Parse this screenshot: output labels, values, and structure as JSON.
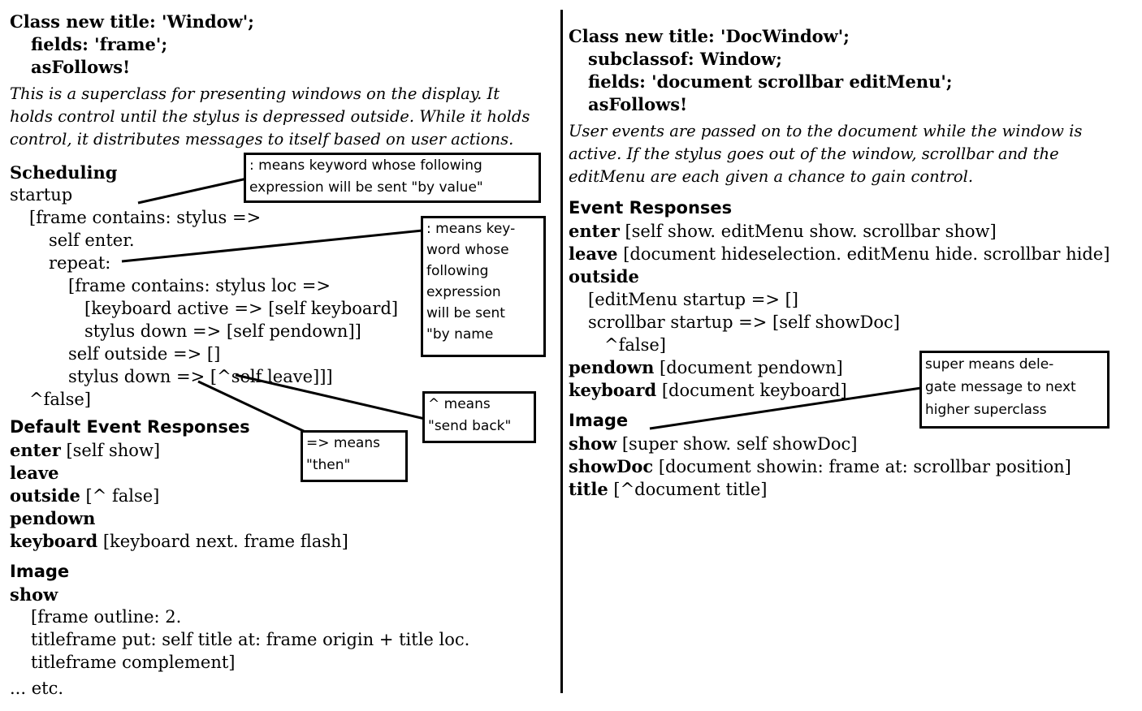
{
  "left": {
    "header": [
      "Class new title: 'Window';",
      "fields: 'frame';",
      "asFollows!"
    ],
    "description": [
      "This is a superclass for presenting windows on the display. It",
      "holds control until the stylus is depressed outside. While it holds",
      "control, it distributes messages to itself based on user actions."
    ],
    "scheduling_heading": "Scheduling",
    "code": [
      "startup",
      "[frame contains: stylus =>",
      "self enter.",
      "repeat:",
      "[frame contains: stylus loc =>",
      "[keyboard active => [self keyboard]",
      "stylus down => [self pendown]]",
      "self outside => []",
      "stylus down => [^self leave]]]",
      "^false]"
    ],
    "default_heading": "Default Event Responses",
    "default_lines": [
      {
        "key": "enter",
        "rest": " [self show]"
      },
      {
        "key": "leave",
        "rest": ""
      },
      {
        "key": "outside",
        "rest": " [^ false]"
      },
      {
        "key": "pendown",
        "rest": ""
      },
      {
        "key": "keyboard",
        "rest": " [keyboard next. frame flash]"
      }
    ],
    "image_heading": "Image",
    "image_lines": [
      "show",
      "[frame outline: 2.",
      "titleframe put: self title at: frame origin + title loc.",
      "titleframe complement]",
      "... etc."
    ]
  },
  "right": {
    "header": [
      "Class new title: 'DocWindow';",
      "subclassof: Window;",
      "fields: 'document scrollbar editMenu';",
      "asFollows!"
    ],
    "description": [
      "User events are passed on to the document while the window is",
      "active. If the stylus goes out of the window, scrollbar and the",
      "editMenu are each given a chance to gain control."
    ],
    "event_heading": "Event Responses",
    "event_lines": [
      {
        "key": "enter",
        "rest": " [self show. editMenu show. scrollbar show]"
      },
      {
        "key": "leave",
        "rest": " [document hideselection. editMenu hide. scrollbar hide]"
      },
      {
        "key": "outside",
        "rest": ""
      },
      {
        "key": "",
        "rest": "[editMenu startup => []"
      },
      {
        "key": "",
        "rest": "scrollbar startup => [self showDoc]"
      },
      {
        "key": "",
        "rest": "^false]"
      },
      {
        "key": "pendown",
        "rest": " [document pendown]"
      },
      {
        "key": "keyboard",
        "rest": " [document keyboard]"
      }
    ],
    "image_heading": "Image",
    "image_lines": [
      {
        "key": "show",
        "rest": " [super show. self showDoc]"
      },
      {
        "key": "showDoc",
        "rest": " [document showin: frame at: scrollbar position]"
      },
      {
        "key": "title",
        "rest": " [^document title]"
      }
    ]
  },
  "notes": {
    "by_value": [
      ": means keyword whose following",
      "expression will be sent \"by value\""
    ],
    "by_name": [
      ": means key-",
      "word whose",
      "following",
      "expression",
      "will be sent",
      "\"by name"
    ],
    "send_back": [
      "^ means",
      "\"send back\""
    ],
    "then": [
      "=> means",
      "\"then\""
    ],
    "super": [
      "super means dele-",
      "gate message to next",
      "higher superclass"
    ]
  }
}
